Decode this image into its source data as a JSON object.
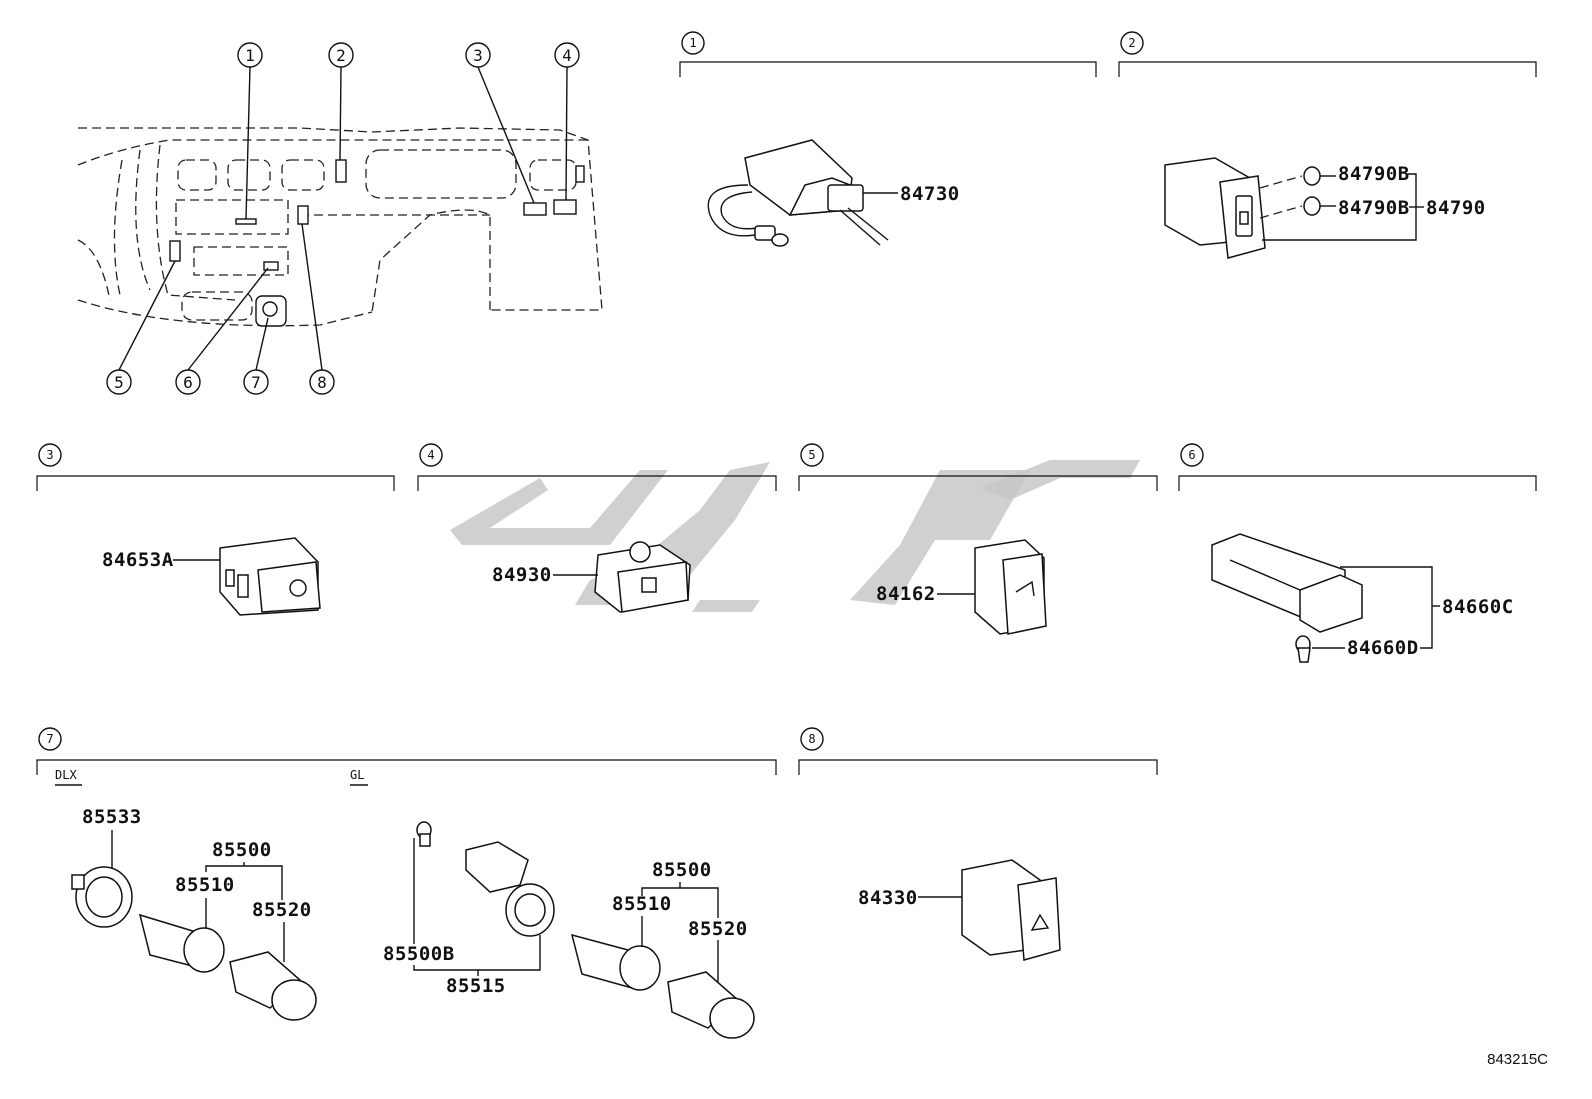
{
  "overview": {
    "callouts": [
      "1",
      "2",
      "3",
      "4",
      "5",
      "6",
      "7",
      "8"
    ]
  },
  "sections": {
    "s1": {
      "circle": "1",
      "parts": [
        "84730"
      ]
    },
    "s2": {
      "circle": "2",
      "parts": [
        "84790B",
        "84790B",
        "84790"
      ]
    },
    "s3": {
      "circle": "3",
      "parts": [
        "84653A"
      ]
    },
    "s4": {
      "circle": "4",
      "parts": [
        "84930"
      ]
    },
    "s5": {
      "circle": "5",
      "parts": [
        "84162"
      ]
    },
    "s6": {
      "circle": "6",
      "parts": [
        "84660C",
        "84660D"
      ]
    },
    "s7": {
      "circle": "7",
      "variants": [
        "DLX",
        "GL"
      ],
      "dlx_parts": [
        "85533",
        "85500",
        "85510",
        "85520"
      ],
      "gl_parts": [
        "85500B",
        "85515",
        "85500",
        "85510",
        "85520"
      ]
    },
    "s8": {
      "circle": "8",
      "parts": [
        "84330"
      ]
    }
  },
  "figure_code": "843215C"
}
